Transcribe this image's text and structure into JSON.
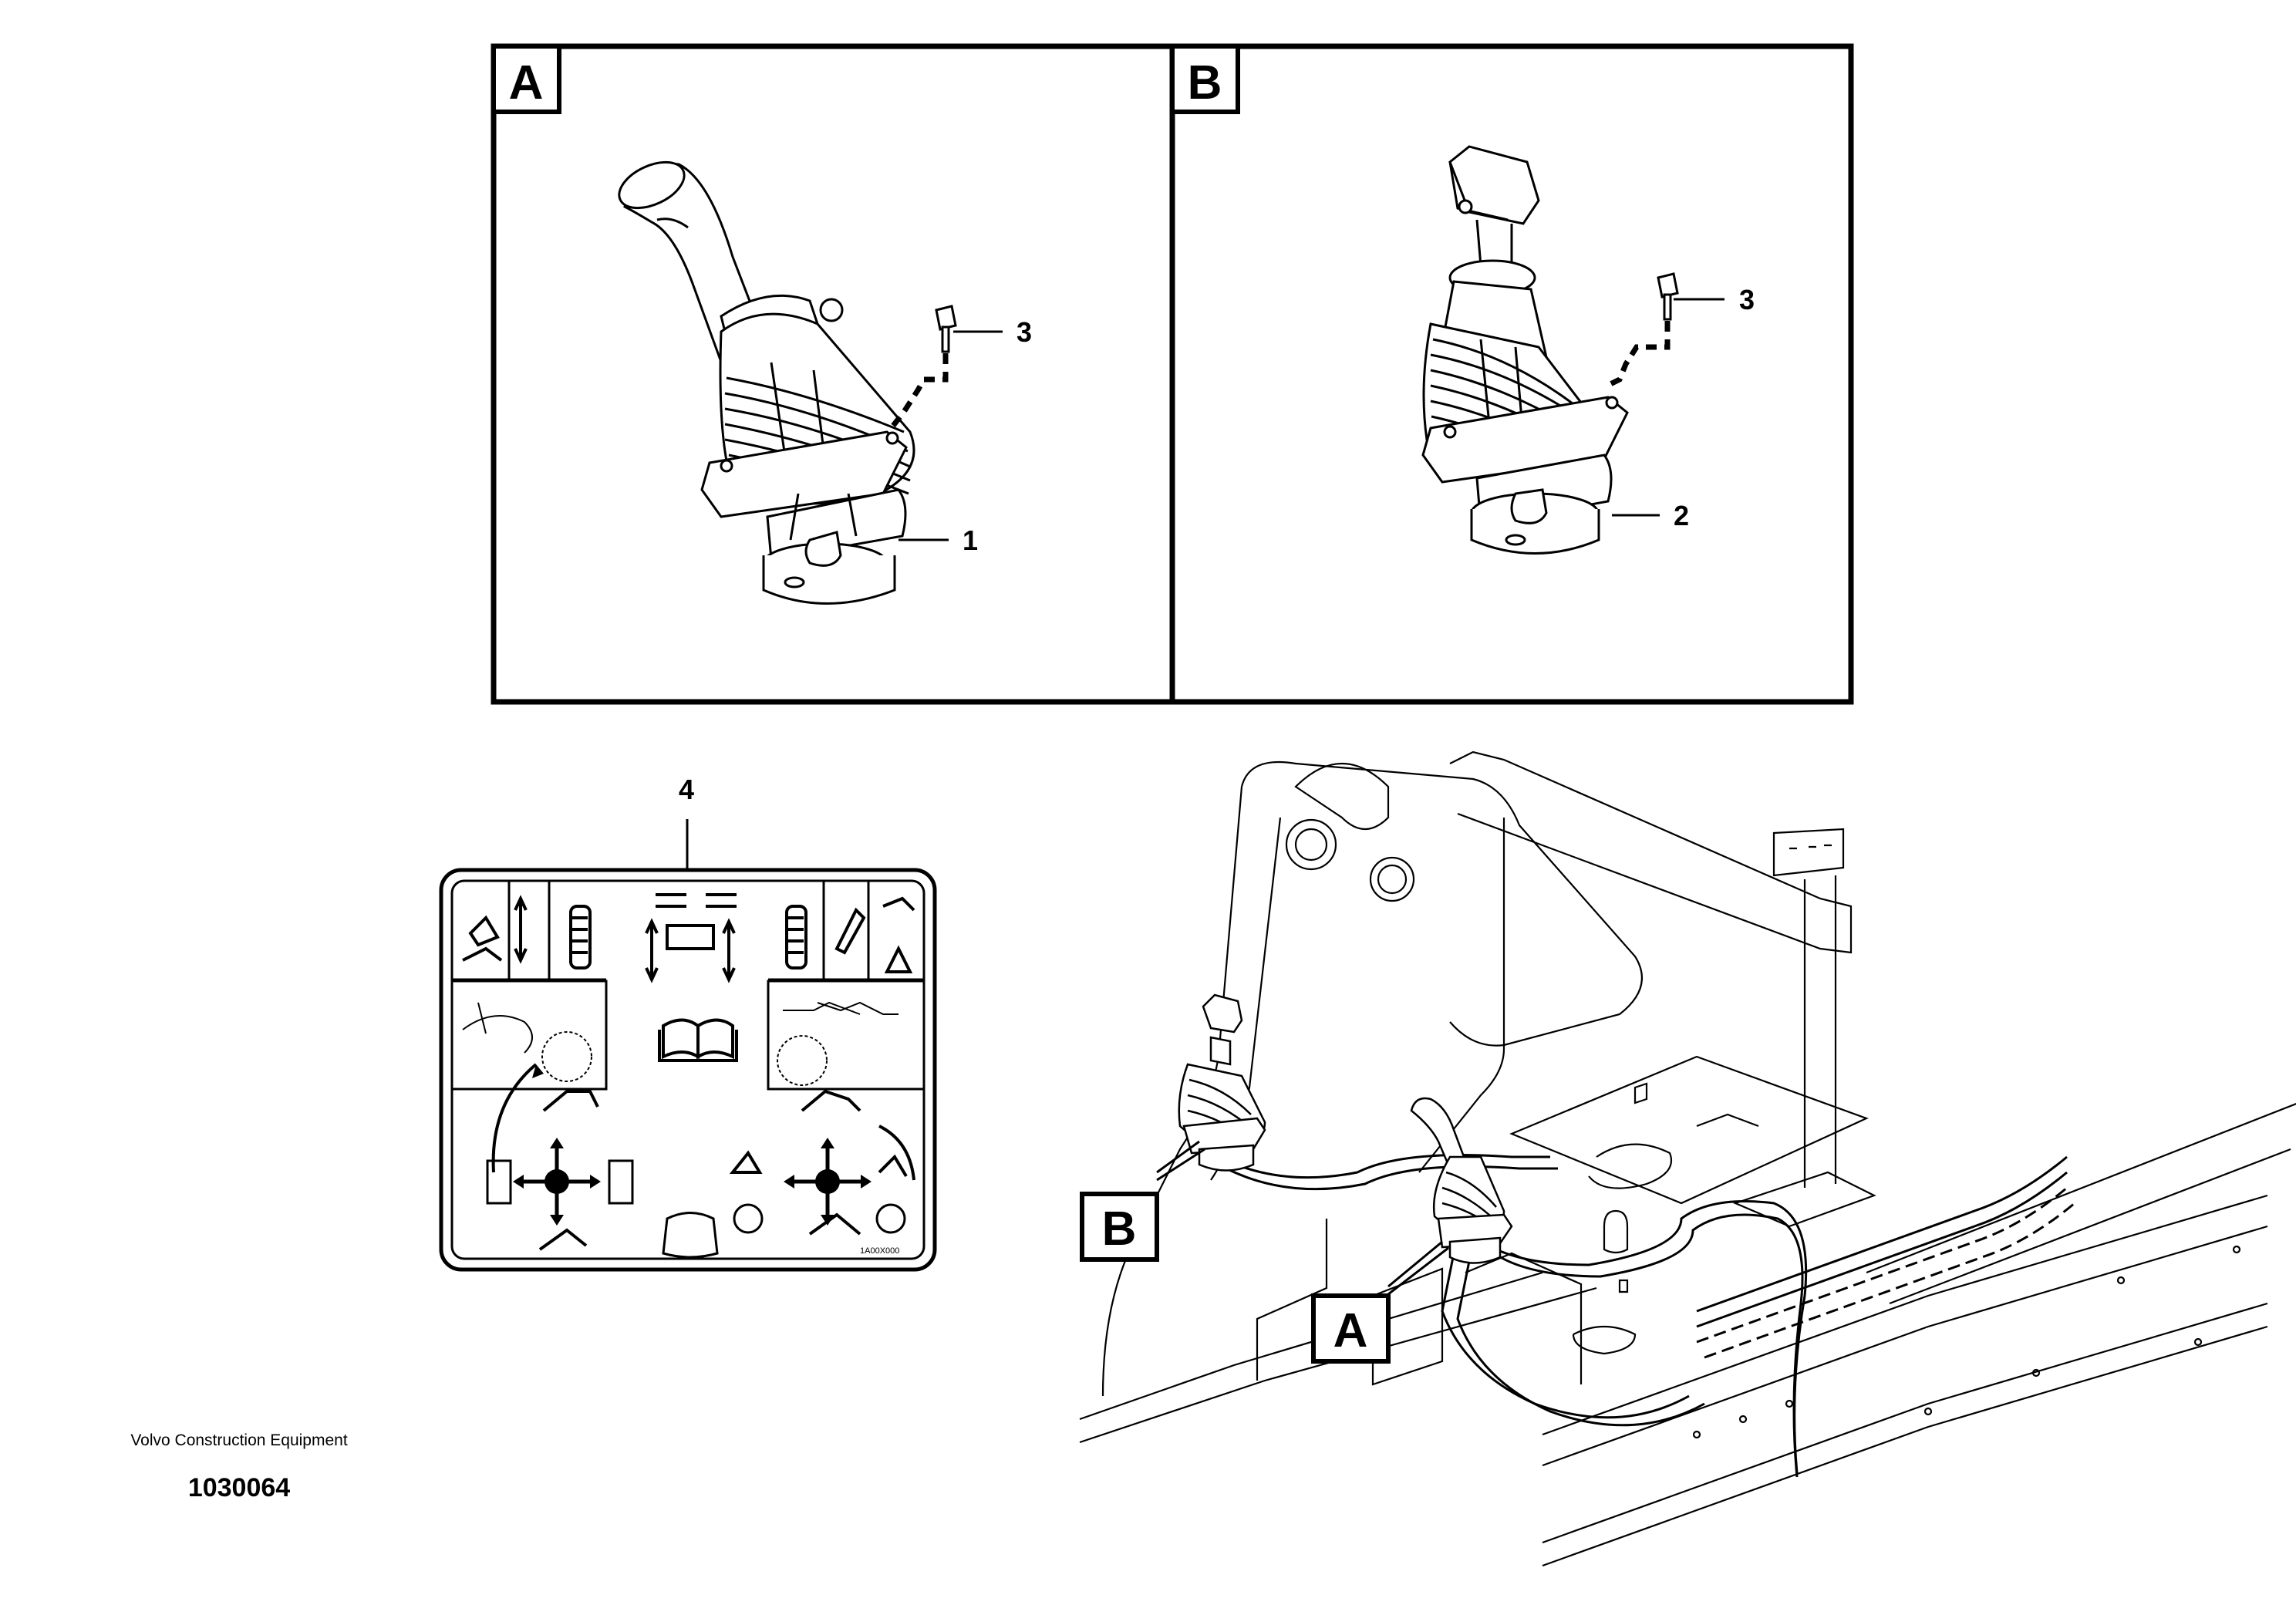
{
  "panels": {
    "a_label": "A",
    "b_label": "B"
  },
  "callouts": {
    "item1": "1",
    "item2": "2",
    "item3_a": "3",
    "item3_b": "3",
    "item4": "4"
  },
  "scene_labels": {
    "a": "A",
    "b": "B"
  },
  "decal": {
    "serial": "1A00X000"
  },
  "footer": {
    "brand": "Volvo Construction Equipment",
    "code": "1030064"
  }
}
